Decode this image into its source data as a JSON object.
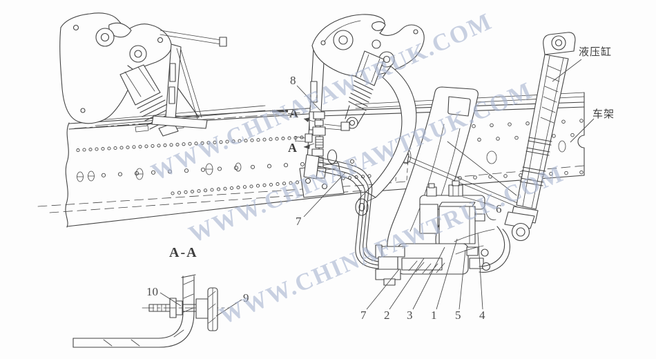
{
  "page": {
    "background": "#fdfdfd",
    "ink": "#424242"
  },
  "watermark": {
    "text": "WWW.CHINAFAWTRUK.COM",
    "color": "#a9b5d1",
    "repeats": 3
  },
  "labels": {
    "hydraulic_cylinder": "液压缸",
    "frame": "车架",
    "section_title": "A-A",
    "section_marker_top": "A",
    "section_marker_bottom": "A"
  },
  "callouts": {
    "lock_assembly": "8",
    "hose_clamp": "7",
    "cylinder_bracket_fitting": "6",
    "bottom_row": [
      "7",
      "2",
      "3",
      "1",
      "5",
      "4"
    ],
    "section_bolt": "10",
    "section_roller": "9"
  }
}
